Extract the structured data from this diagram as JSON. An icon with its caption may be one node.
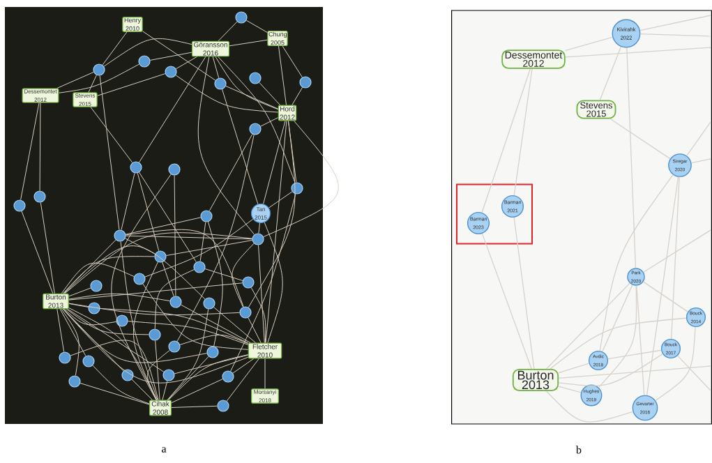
{
  "diagram": {
    "nodes": [
      {
        "text": [
          "Henry 2010"
        ]
      },
      {
        "text": [],
        "shape": "circle"
      },
      {
        "text": [
          "Göransson 2016"
        ]
      },
      {
        "text": [
          "Chung 2005"
        ]
      },
      {
        "text": [],
        "shape": "circle"
      },
      {
        "text": [],
        "shape": "circle"
      },
      {
        "text": [],
        "shape": "circle"
      },
      {
        "text": [],
        "shape": "circle"
      },
      {
        "text": [],
        "shape": "circle"
      },
      {
        "text": [],
        "shape": "circle"
      },
      {
        "text": [
          "Dessemontet 2012"
        ]
      },
      {
        "text": [
          "Stevens 2015"
        ]
      },
      {
        "text": [
          "Hord 2012"
        ]
      },
      {
        "text": [],
        "shape": "circle"
      },
      {
        "text": [],
        "shape": "circle"
      },
      {
        "text": [],
        "shape": "circle"
      },
      {
        "text": [],
        "shape": "circle"
      },
      {
        "text": [],
        "shape": "circle"
      },
      {
        "text": [],
        "shape": "circle"
      },
      {
        "text": [
          "Tan 2015"
        ]
      },
      {
        "text": [],
        "shape": "circle"
      },
      {
        "text": [],
        "shape": "circle"
      },
      {
        "text": [],
        "shape": "circle"
      },
      {
        "text": [],
        "shape": "circle"
      },
      {
        "text": [],
        "shape": "circle"
      },
      {
        "text": [],
        "shape": "circle"
      },
      {
        "text": [],
        "shape": "circle"
      },
      {
        "text": [],
        "shape": "circle"
      },
      {
        "text": [],
        "shape": "circle"
      },
      {
        "text": [
          "Burton 2013"
        ]
      },
      {
        "text": [],
        "shape": "circle"
      },
      {
        "text": [],
        "shape": "circle"
      },
      {
        "text": [],
        "shape": "circle"
      },
      {
        "text": [],
        "shape": "circle"
      },
      {
        "text": [],
        "shape": "circle"
      },
      {
        "text": [],
        "shape": "circle"
      },
      {
        "text": [],
        "shape": "circle"
      },
      {
        "text": [
          "Fletcher 2010"
        ]
      },
      {
        "text": [],
        "shape": "circle"
      },
      {
        "text": [],
        "shape": "circle"
      },
      {
        "text": [],
        "shape": "circle"
      },
      {
        "text": [],
        "shape": "circle"
      },
      {
        "text": [],
        "shape": "circle"
      },
      {
        "text": [],
        "shape": "circle"
      },
      {
        "text": [
          "Morsanyi 2018"
        ]
      },
      {
        "text": [
          "Cihak 2008"
        ]
      },
      {
        "text": [],
        "shape": "circle"
      },
      {
        "text": [
          "Kivirahk 2022"
        ]
      },
      {
        "text": [
          "Dessemontet 2012"
        ]
      },
      {
        "text": [
          "Stevens 2015"
        ]
      },
      {
        "text": [
          "Siregar 2020"
        ]
      },
      {
        "text": [],
        "shape": "box"
      },
      {
        "text": [
          "Barman 2021"
        ],
        "in": 51
      },
      {
        "text": [
          "Barman 2023"
        ],
        "in": 51
      },
      {
        "text": [
          "Park 2020"
        ]
      },
      {
        "text": [
          "Bouck 2014"
        ]
      },
      {
        "text": [
          "Bouck 2017"
        ]
      },
      {
        "text": [
          "Burton 2013"
        ]
      },
      {
        "text": [
          "Avdic 2019"
        ]
      },
      {
        "text": [
          "Hughes 2019"
        ]
      },
      {
        "text": [
          "Gevarter 2016"
        ]
      }
    ],
    "edges": [
      {
        "from": 47,
        "to": null,
        "arrow": "none"
      },
      {
        "from": 47,
        "to": null,
        "arrow": "none"
      },
      {
        "from": 48,
        "to": null,
        "arrow": "none"
      },
      {
        "from": 50,
        "to": null,
        "arrow": "none"
      },
      {
        "from": 50,
        "to": null,
        "arrow": "none"
      },
      {
        "from": 57,
        "to": null,
        "arrow": "none"
      },
      {
        "from": 54,
        "to": null,
        "arrow": "none"
      },
      {
        "from": 56,
        "to": null,
        "arrow": "none"
      },
      {
        "from": 0,
        "to": 4,
        "arrow": "none"
      },
      {
        "from": 0,
        "to": 7,
        "arrow": "none"
      },
      {
        "from": 1,
        "to": 2,
        "arrow": "none"
      },
      {
        "from": 1,
        "to": 3,
        "arrow": "none"
      },
      {
        "from": 2,
        "to": 3,
        "arrow": "none"
      },
      {
        "from": 2,
        "to": 4,
        "arrow": "none"
      },
      {
        "from": 2,
        "to": 5,
        "arrow": "none"
      },
      {
        "from": 2,
        "to": 6,
        "arrow": "none"
      },
      {
        "from": 2,
        "to": 7,
        "arrow": "none"
      },
      {
        "from": 2,
        "to": 12,
        "arrow": "none"
      },
      {
        "from": 2,
        "to": 14,
        "arrow": "none"
      },
      {
        "from": 2,
        "to": 22,
        "arrow": "none"
      },
      {
        "from": 2,
        "to": 16,
        "arrow": "none"
      },
      {
        "from": 3,
        "to": 12,
        "arrow": "none"
      },
      {
        "from": 3,
        "to": 9,
        "arrow": "none"
      },
      {
        "from": 9,
        "to": 12,
        "arrow": "none"
      },
      {
        "from": 8,
        "to": 12,
        "arrow": "none"
      },
      {
        "from": 7,
        "to": 12,
        "arrow": "none"
      },
      {
        "from": 7,
        "to": 19,
        "arrow": "none"
      },
      {
        "from": 6,
        "to": 12,
        "arrow": "none"
      },
      {
        "from": 4,
        "to": 10,
        "arrow": "none"
      },
      {
        "from": 4,
        "to": 11,
        "arrow": "none"
      },
      {
        "from": 5,
        "to": 10,
        "arrow": "none"
      },
      {
        "from": 6,
        "to": 11,
        "arrow": "none"
      },
      {
        "from": 4,
        "to": 21,
        "arrow": "none"
      },
      {
        "from": 11,
        "to": 14,
        "arrow": "none"
      },
      {
        "from": 10,
        "to": 17,
        "arrow": "none"
      },
      {
        "from": 10,
        "to": 18,
        "arrow": "none"
      },
      {
        "from": 17,
        "to": 29,
        "arrow": "none"
      },
      {
        "from": 18,
        "to": 29,
        "arrow": "none"
      },
      {
        "from": 12,
        "to": 13,
        "arrow": "none"
      },
      {
        "from": 12,
        "to": 19,
        "arrow": "none"
      },
      {
        "from": 12,
        "to": 16,
        "arrow": "none"
      },
      {
        "from": 12,
        "to": 22,
        "arrow": "none"
      },
      {
        "from": 12,
        "to": 37,
        "arrow": "none"
      },
      {
        "from": 12,
        "to": 33,
        "arrow": "none"
      },
      {
        "from": 13,
        "to": 20,
        "arrow": "none"
      },
      {
        "from": 13,
        "to": 35,
        "arrow": "none"
      },
      {
        "from": 14,
        "to": 21,
        "arrow": "none"
      },
      {
        "from": 14,
        "to": 23,
        "arrow": "none"
      },
      {
        "from": 14,
        "to": 24,
        "arrow": "none"
      },
      {
        "from": 15,
        "to": 27,
        "arrow": "none"
      },
      {
        "from": 15,
        "to": 45,
        "arrow": "none"
      },
      {
        "from": 16,
        "to": 43,
        "arrow": "none"
      },
      {
        "from": 16,
        "to": 19,
        "arrow": "none"
      },
      {
        "from": 19,
        "to": 37,
        "arrow": "none"
      },
      {
        "from": 19,
        "to": 22,
        "arrow": "none"
      },
      {
        "from": 19,
        "to": 26,
        "arrow": "none"
      },
      {
        "from": 20,
        "to": 24,
        "arrow": "none"
      },
      {
        "from": 20,
        "to": 36,
        "arrow": "none"
      },
      {
        "from": 20,
        "to": 21,
        "arrow": "none"
      },
      {
        "from": 21,
        "to": 22,
        "arrow": "none"
      },
      {
        "from": 21,
        "to": 45,
        "arrow": "none"
      },
      {
        "from": 21,
        "to": 29,
        "arrow": "none"
      },
      {
        "from": 21,
        "to": 23,
        "arrow": "none"
      },
      {
        "from": 21,
        "to": 33,
        "arrow": "none"
      },
      {
        "from": 22,
        "to": 29,
        "arrow": "none"
      },
      {
        "from": 22,
        "to": 23,
        "arrow": "none"
      },
      {
        "from": 22,
        "to": 37,
        "arrow": "none"
      },
      {
        "from": 22,
        "to": 33,
        "arrow": "none"
      },
      {
        "from": 23,
        "to": 27,
        "arrow": "none"
      },
      {
        "from": 23,
        "to": 29,
        "arrow": "none"
      },
      {
        "from": 23,
        "to": 45,
        "arrow": "none"
      },
      {
        "from": 24,
        "to": 28,
        "arrow": "none"
      },
      {
        "from": 24,
        "to": 34,
        "arrow": "none"
      },
      {
        "from": 25,
        "to": 29,
        "arrow": "none"
      },
      {
        "from": 26,
        "to": 29,
        "arrow": "none"
      },
      {
        "from": 27,
        "to": 29,
        "arrow": "none"
      },
      {
        "from": 28,
        "to": 29,
        "arrow": "none"
      },
      {
        "from": 29,
        "to": 30,
        "arrow": "none"
      },
      {
        "from": 29,
        "to": 31,
        "arrow": "none"
      },
      {
        "from": 29,
        "to": 32,
        "arrow": "none"
      },
      {
        "from": 29,
        "to": 33,
        "arrow": "none"
      },
      {
        "from": 29,
        "to": 34,
        "arrow": "none"
      },
      {
        "from": 29,
        "to": 38,
        "arrow": "none"
      },
      {
        "from": 29,
        "to": 39,
        "arrow": "none"
      },
      {
        "from": 29,
        "to": 40,
        "arrow": "none"
      },
      {
        "from": 29,
        "to": 45,
        "arrow": "none"
      },
      {
        "from": 29,
        "to": 42,
        "arrow": "none"
      },
      {
        "from": 29,
        "to": 36,
        "arrow": "none"
      },
      {
        "from": 29,
        "to": 37,
        "arrow": "none"
      },
      {
        "from": 29,
        "to": 41,
        "arrow": "none"
      },
      {
        "from": 30,
        "to": 37,
        "arrow": "none"
      },
      {
        "from": 31,
        "to": 37,
        "arrow": "none"
      },
      {
        "from": 32,
        "to": 45,
        "arrow": "none"
      },
      {
        "from": 33,
        "to": 37,
        "arrow": "none"
      },
      {
        "from": 34,
        "to": 45,
        "arrow": "none"
      },
      {
        "from": 35,
        "to": 45,
        "arrow": "none"
      },
      {
        "from": 36,
        "to": 45,
        "arrow": "none"
      },
      {
        "from": 37,
        "to": 26,
        "arrow": "none"
      },
      {
        "from": 37,
        "to": 27,
        "arrow": "none"
      },
      {
        "from": 37,
        "to": 28,
        "arrow": "none"
      },
      {
        "from": 37,
        "to": 32,
        "arrow": "none"
      },
      {
        "from": 37,
        "to": 35,
        "arrow": "none"
      },
      {
        "from": 37,
        "to": 43,
        "arrow": "none"
      },
      {
        "from": 37,
        "to": 44,
        "arrow": "none"
      },
      {
        "from": 37,
        "to": 45,
        "arrow": "none"
      },
      {
        "from": 37,
        "to": 42,
        "arrow": "none"
      },
      {
        "from": 37,
        "to": 46,
        "arrow": "none"
      },
      {
        "from": 38,
        "to": 45,
        "arrow": "none"
      },
      {
        "from": 39,
        "to": 45,
        "arrow": "none"
      },
      {
        "from": 40,
        "to": 45,
        "arrow": "none"
      },
      {
        "from": 41,
        "to": 45,
        "arrow": "none"
      },
      {
        "from": 42,
        "to": 45,
        "arrow": "none"
      },
      {
        "from": 43,
        "to": 45,
        "arrow": "none"
      },
      {
        "from": 45,
        "to": 46,
        "arrow": "none"
      },
      {
        "from": 47,
        "to": 48,
        "arrow": "none"
      },
      {
        "from": 47,
        "to": 49,
        "arrow": "none"
      },
      {
        "from": 47,
        "to": 54,
        "arrow": "none"
      },
      {
        "from": 48,
        "to": 52,
        "arrow": "none"
      },
      {
        "from": 48,
        "to": 53,
        "arrow": "none"
      },
      {
        "from": 49,
        "to": 50,
        "arrow": "none"
      },
      {
        "from": 50,
        "to": 56,
        "arrow": "none"
      },
      {
        "from": 50,
        "to": 58,
        "arrow": "none"
      },
      {
        "from": 50,
        "to": 60,
        "arrow": "none"
      },
      {
        "from": 53,
        "to": 57,
        "arrow": "none"
      },
      {
        "from": 52,
        "to": 57,
        "arrow": "none"
      },
      {
        "from": 57,
        "to": 54,
        "arrow": "none"
      },
      {
        "from": 57,
        "to": 58,
        "arrow": "none"
      },
      {
        "from": 57,
        "to": 59,
        "arrow": "none"
      },
      {
        "from": 57,
        "to": 60,
        "arrow": "none"
      },
      {
        "from": 57,
        "to": 55,
        "arrow": "none"
      },
      {
        "from": 57,
        "to": 56,
        "arrow": "none"
      },
      {
        "from": 54,
        "to": 55,
        "arrow": "none"
      },
      {
        "from": 54,
        "to": 58,
        "arrow": "none"
      },
      {
        "from": 54,
        "to": 60,
        "arrow": "none"
      },
      {
        "from": 54,
        "to": 59,
        "arrow": "none"
      },
      {
        "from": 58,
        "to": 56,
        "arrow": "none"
      },
      {
        "from": 55,
        "to": 60,
        "arrow": "none"
      }
    ],
    "labels": [
      "a",
      "b"
    ]
  }
}
